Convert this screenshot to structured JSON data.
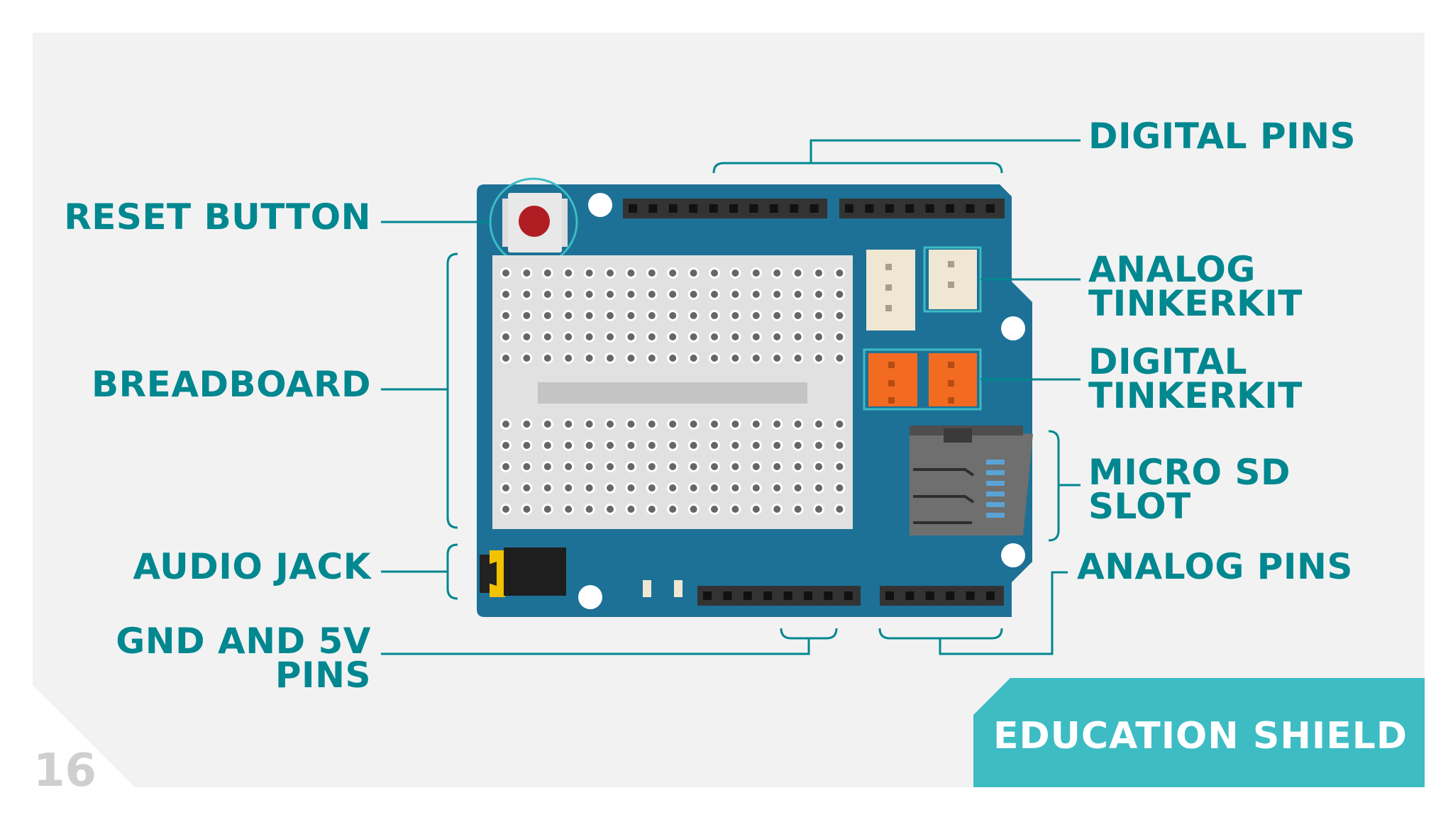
{
  "page_number": "16",
  "title_banner": "EDUCATION SHIELD",
  "labels": {
    "reset_button": "RESET BUTTON",
    "breadboard": "BREADBOARD",
    "audio_jack": "AUDIO JACK",
    "gnd_5v_line1": "GND AND 5V",
    "gnd_5v_line2": "PINS",
    "digital_pins": "DIGITAL PINS",
    "analog_tinkerkit_line1": "ANALOG",
    "analog_tinkerkit_line2": "TINKERKIT",
    "digital_tinkerkit_line1": "DIGITAL",
    "digital_tinkerkit_line2": "TINKERKIT",
    "micro_sd_line1": "MICRO SD",
    "micro_sd_line2": "SLOT",
    "analog_pins": "ANALOG PINS"
  },
  "colors": {
    "label": "#00878f",
    "board": "#1d7196",
    "banner": "#3dbcc4",
    "background": "#f2f2f3",
    "reset_button": "#b01e23",
    "tinkerkit_digital": "#f26b21"
  }
}
